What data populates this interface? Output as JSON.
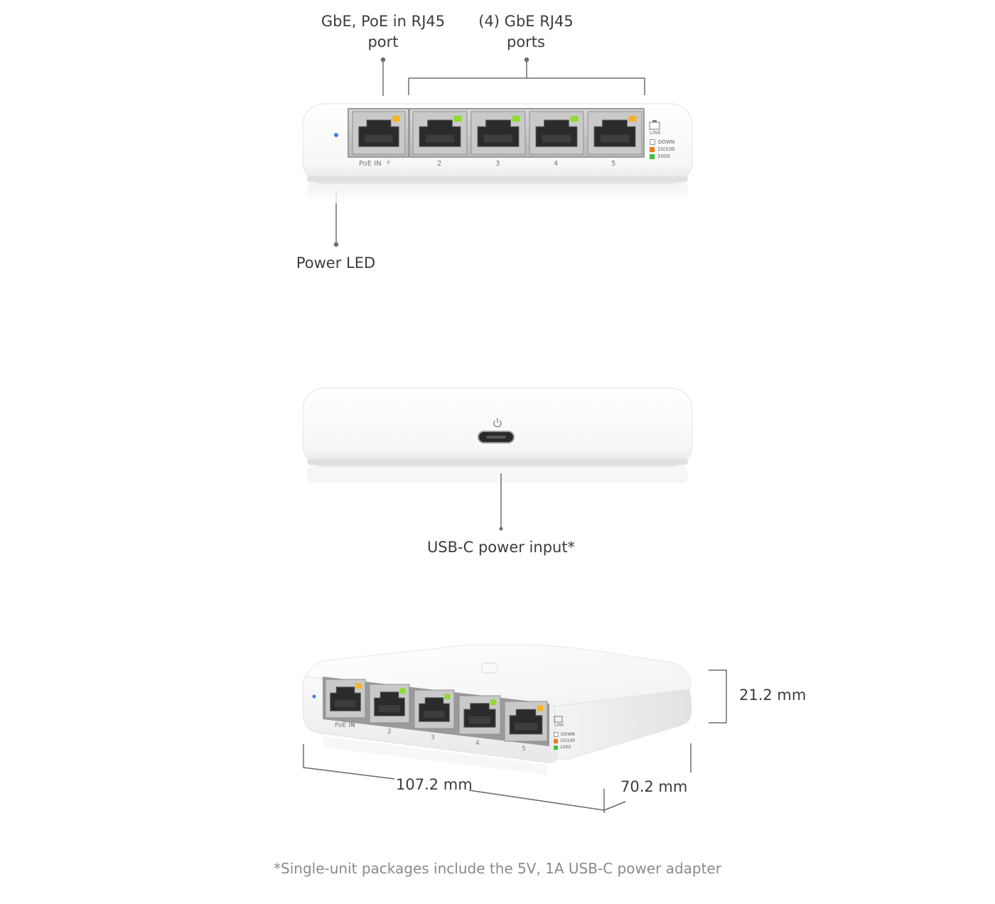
{
  "front_view": {
    "callouts": {
      "poe_port": [
        "GbE, PoE in RJ45",
        "port"
      ],
      "gbe_ports": [
        "(4) GbE RJ45",
        "ports"
      ],
      "power_led": "Power LED"
    },
    "port_labels": [
      "PoE IN",
      "2",
      "3",
      "4",
      "5"
    ],
    "legend": {
      "title": "LINK",
      "items": [
        {
          "label": "DOWN",
          "color": "#ffffff"
        },
        {
          "label": "10/100",
          "color": "#f07a10"
        },
        {
          "label": "1000",
          "color": "#3cc43c"
        }
      ]
    },
    "led_colors": {
      "amber": "#f5b325",
      "green": "#8fdc2a",
      "power": "#3a7df0"
    }
  },
  "back_view": {
    "callouts": {
      "usb_c": "USB-C power input*"
    }
  },
  "angled_view": {
    "port_labels": [
      "PoE IN",
      "2",
      "3",
      "4",
      "5"
    ],
    "legend": {
      "title": "LINK",
      "items": [
        {
          "label": "DOWN",
          "color": "#ffffff"
        },
        {
          "label": "10/100",
          "color": "#f07a10"
        },
        {
          "label": "1000",
          "color": "#3cc43c"
        }
      ]
    },
    "dimensions": {
      "height": "21.2 mm",
      "width": "107.2 mm",
      "depth": "70.2 mm"
    }
  },
  "footnote": "*Single-unit packages include the 5V, 1A USB-C power adapter"
}
